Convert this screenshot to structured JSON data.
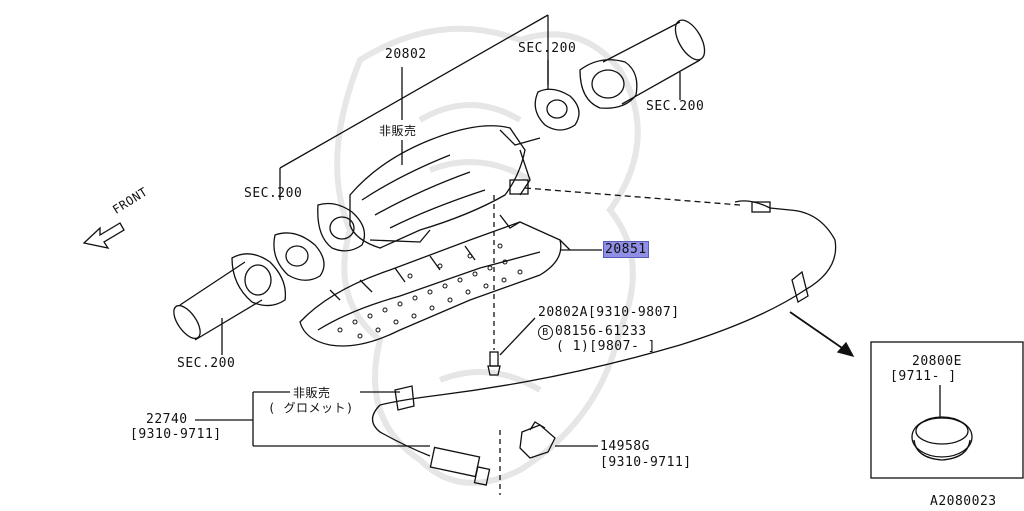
{
  "labels": {
    "part_20802": "20802",
    "hibanbai_top": "非販売",
    "sec200_top": "SEC.200",
    "sec200_right": "SEC.200",
    "sec200_left": "SEC.200",
    "sec200_bottom": "SEC.200",
    "front": "FRONT",
    "part_20851": "20851",
    "part_20802A": "20802A[9310-9807]",
    "bolt_marker": "B",
    "part_bolt": "08156-61233",
    "bolt_qty": "( 1)[9807- ]",
    "hibanbai_grommet": "非販売",
    "grommet_label": "( グロメット)",
    "part_22740": "22740",
    "range_22740": "[9310-9711]",
    "part_14958G": "14958G",
    "range_14958G": "[9310-9711]",
    "part_20800E": "20800E",
    "range_20800E": "[9711-        ]",
    "diagram_code": "A2080023"
  },
  "highlight_color": "#8f8fe6"
}
